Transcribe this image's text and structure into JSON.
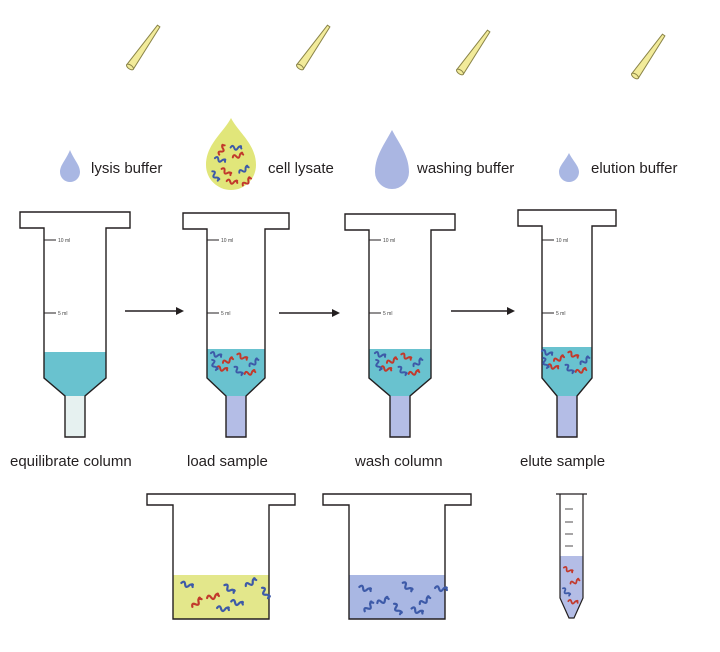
{
  "colors": {
    "pipette_fill": "#f2eb9a",
    "pipette_stroke": "#8a8448",
    "lysis_drop": "#a9b7e3",
    "lysate_drop": "#e1e67a",
    "wash_drop": "#aab6e2",
    "elution_drop": "#a9b7e3",
    "column_liquid": "#69c2cf",
    "column_tip_filled": "#b4bde6",
    "column_tip_empty": "#e6f1f0",
    "beaker_lysate": "#e3e78b",
    "beaker_wash": "#a9b7e3",
    "tube_eluate": "#b4bde6",
    "arrow": "#231f20",
    "protein_red": "#c2392c",
    "protein_blue": "#3d5aa8"
  },
  "reagents": [
    {
      "id": "lysis",
      "label": "lysis buffer",
      "icon": "drop-icon"
    },
    {
      "id": "lysate",
      "label": "cell lysate",
      "icon": "drop-icon"
    },
    {
      "id": "wash",
      "label": "washing buffer",
      "icon": "drop-icon"
    },
    {
      "id": "elution",
      "label": "elution buffer",
      "icon": "drop-icon"
    }
  ],
  "columns": [
    {
      "step": "equilibrate column",
      "mark_top": "10 ml",
      "mark_mid": "5 ml"
    },
    {
      "step": "load sample",
      "mark_top": "10 ml",
      "mark_mid": "5 ml"
    },
    {
      "step": "wash column",
      "mark_top": "10 ml",
      "mark_mid": "5 ml"
    },
    {
      "step": "elute sample",
      "mark_top": "10 ml",
      "mark_mid": "5 ml"
    }
  ],
  "arrows": 3
}
